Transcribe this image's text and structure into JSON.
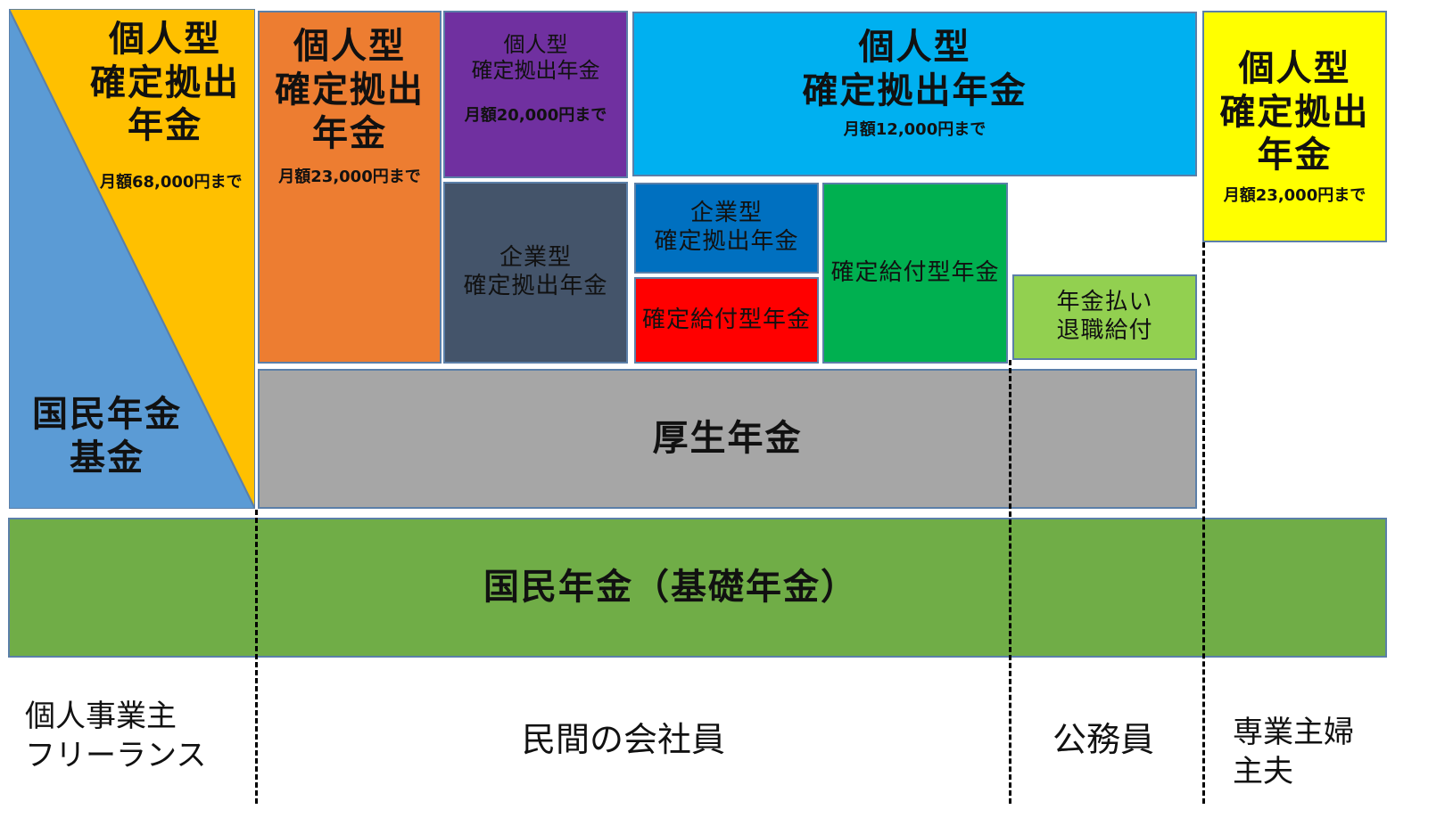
{
  "colors": {
    "light_blue": "#5b9bd5",
    "gold": "#ffc000",
    "orange": "#ed7d31",
    "purple": "#7030a0",
    "slate": "#44546a",
    "sky": "#00b0f0",
    "blue": "#0070c0",
    "red": "#ff0000",
    "green": "#00b050",
    "light_green": "#92d050",
    "gray": "#a6a6a6",
    "olive_green": "#70ad47",
    "yellow": "#ffff00"
  },
  "freelance": {
    "ideco_title": [
      "個人型",
      "確定拠出",
      "年金"
    ],
    "ideco_limit": "月額68,000円まで",
    "national_fund": [
      "国民年金",
      "基金"
    ]
  },
  "employee": {
    "ideco_no_pension": {
      "title": [
        "個人型",
        "確定拠出",
        "年金"
      ],
      "limit": "月額23,000円まで"
    },
    "ideco_with_dc": {
      "title": [
        "個人型",
        "確定拠出年金"
      ],
      "limit": "月額20,000円まで"
    },
    "ideco_with_db": {
      "title": [
        "個人型",
        "確定拠出年金"
      ],
      "limit": "月額12,000円まで"
    },
    "corporate_dc_1": [
      "企業型",
      "確定拠出年金"
    ],
    "corporate_dc_2": [
      "企業型",
      "確定拠出年金"
    ],
    "db_red": "確定給付型年金",
    "db_green": "確定給付型年金"
  },
  "civil_servant": {
    "retirement_annuity": [
      "年金払い",
      "退職給付"
    ]
  },
  "homemaker": {
    "ideco_title": [
      "個人型",
      "確定拠出",
      "年金"
    ],
    "ideco_limit": "月額23,000円まで"
  },
  "layers": {
    "kosei": "厚生年金",
    "kokumin_kiso": "国民年金（基礎年金）"
  },
  "categories": {
    "freelance": [
      "個人事業主",
      "フリーランス"
    ],
    "employee": "民間の会社員",
    "civil_servant": "公務員",
    "homemaker": [
      "専業主婦",
      "主夫"
    ]
  }
}
